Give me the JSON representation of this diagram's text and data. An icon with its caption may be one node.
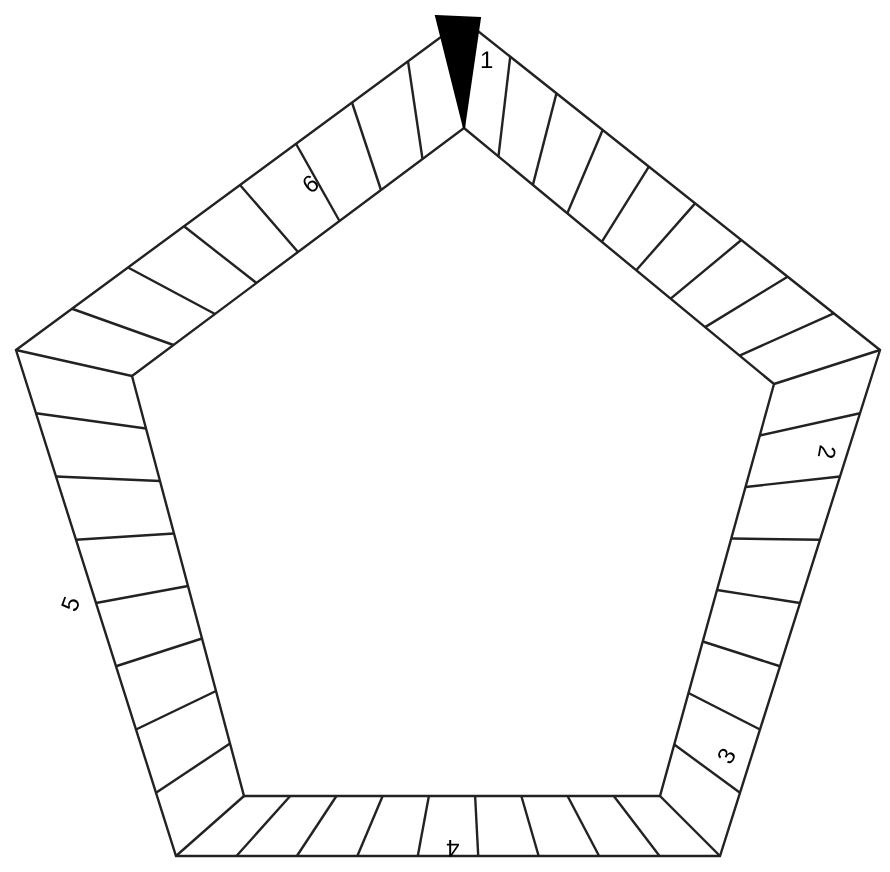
{
  "diagram": {
    "labels": [
      "1",
      "6",
      "2",
      "5",
      "3",
      "4"
    ]
  }
}
